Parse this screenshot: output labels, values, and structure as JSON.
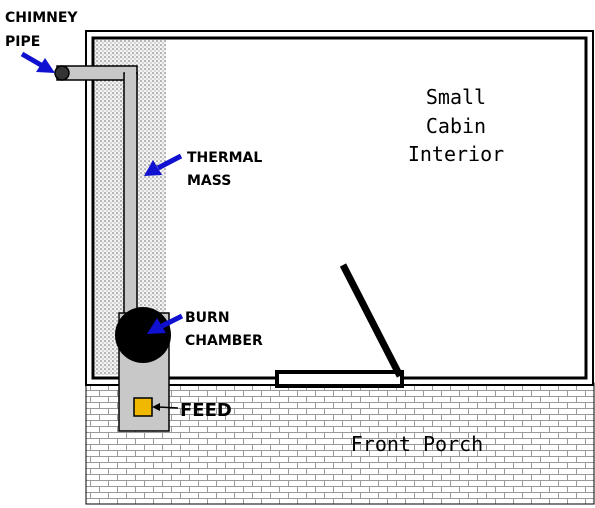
{
  "labels": {
    "chimney_line1": "CHIMNEY",
    "chimney_line2": "PIPE",
    "thermal_line1": "THERMAL",
    "thermal_line2": "MASS",
    "burn_line1": "BURN",
    "burn_line2": "CHAMBER",
    "feed": "FEED",
    "cabin_line1": "Small",
    "cabin_line2": "Cabin",
    "cabin_line3": "Interior",
    "porch": "Front Porch"
  },
  "colors": {
    "outline": "#000000",
    "arrow": "#1010d0",
    "pipe_fill": "#c8c8c8",
    "burn_chamber": "#000000",
    "feed_door": "#f0b800",
    "porch_texture": "#9a9a9a",
    "thermal_mass_texture": "#6a6a6a"
  },
  "icons": {
    "arrows": "blue-pointer-arrow",
    "door": "open-door-line"
  }
}
